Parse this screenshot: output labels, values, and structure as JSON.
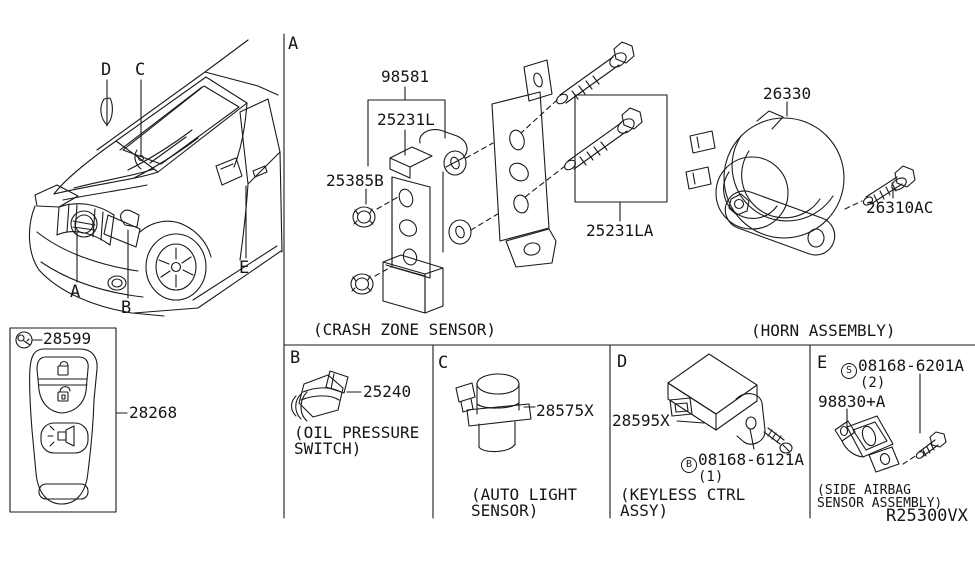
{
  "page": {
    "background": "#ffffff",
    "line_color": "#1a1a1a"
  },
  "vehicle": {
    "callout_a": "A",
    "callout_b": "B",
    "callout_c": "C",
    "callout_d": "D",
    "callout_e": "E"
  },
  "section_a": {
    "marker": "A",
    "crash_zone_sensor": {
      "part_assembly": "98581",
      "part_sensor_bracket": "25231L",
      "part_nut": "25385B",
      "part_mount_bracket": "25231LA",
      "caption": "(CRASH ZONE SENSOR)"
    },
    "horn_assembly": {
      "part_horn": "26330",
      "part_bolt": "26310AC",
      "caption": "(HORN ASSEMBLY)"
    }
  },
  "keyfob": {
    "part_key": "28599",
    "part_remote": "28268"
  },
  "section_b": {
    "marker": "B",
    "part_switch": "25240",
    "caption_line1": "(OIL PRESSURE",
    "caption_line2": "SWITCH)"
  },
  "section_c": {
    "marker": "C",
    "part_sensor": "28575X",
    "caption_line1": "(AUTO LIGHT",
    "caption_line2": "SENSOR)"
  },
  "section_d": {
    "marker": "D",
    "part_module": "28595X",
    "screw_symbol": "B",
    "part_screw": "08168-6121A",
    "screw_qty": "(1)",
    "caption_line1": "(KEYLESS CTRL",
    "caption_line2": "ASSY)"
  },
  "section_e": {
    "marker": "E",
    "screw_symbol": "S",
    "part_screw": "08168-6201A",
    "screw_qty": "(2)",
    "part_sensor": "98830+A",
    "caption_line1": "(SIDE AIRBAG",
    "caption_line2": "SENSOR ASSEMBLY)",
    "figure_ref": "R25300VX"
  }
}
